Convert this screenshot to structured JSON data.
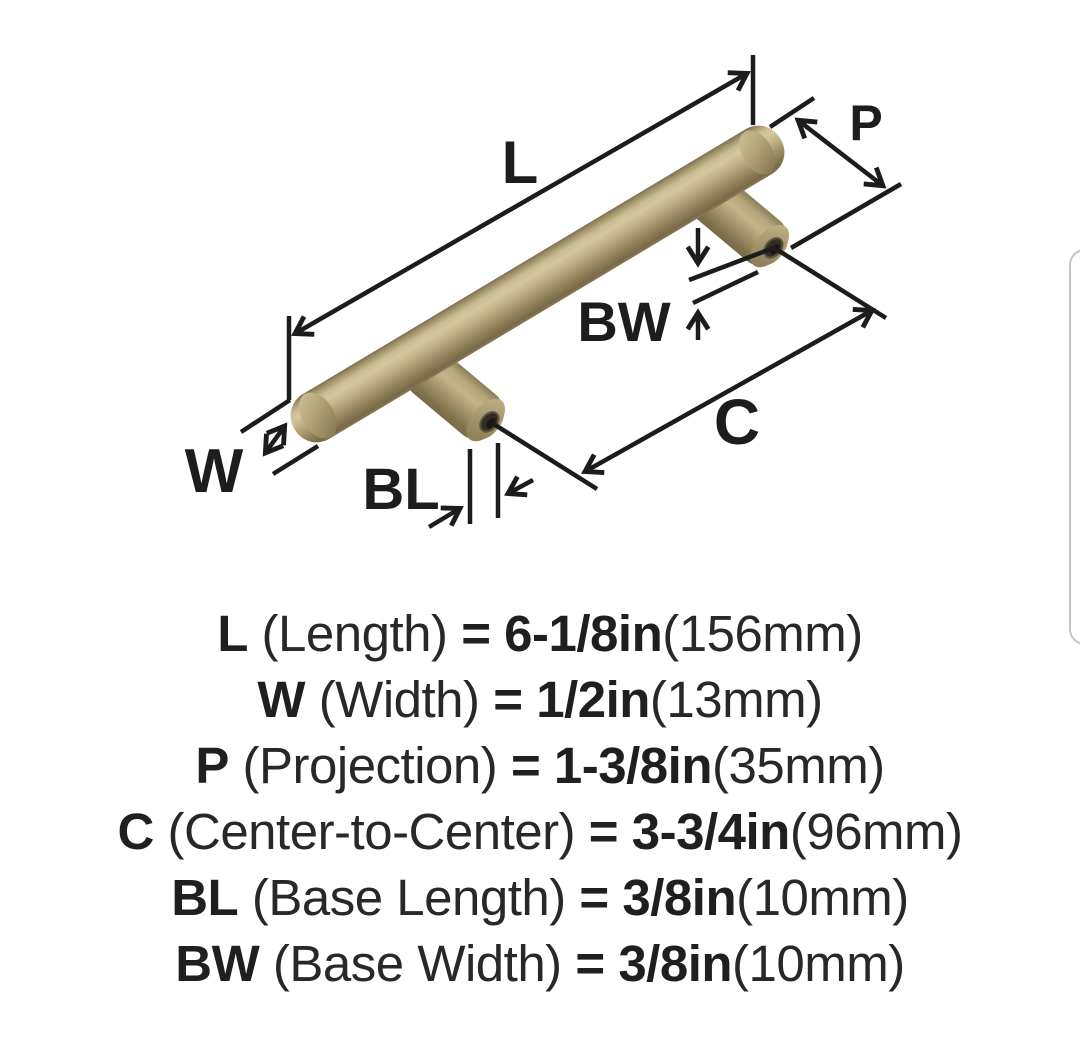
{
  "diagram": {
    "labels": {
      "L": "L",
      "W": "W",
      "P": "P",
      "C": "C",
      "BL": "BL",
      "BW": "BW"
    },
    "colors": {
      "line": "#1c1c1c",
      "handle_mid": "#b3a478",
      "handle_highlight": "#d4c79e",
      "handle_shadow": "#786a48",
      "hole_dark": "#2a2519",
      "next_card_edge": "#c5c5c5",
      "background": "#ffffff"
    }
  },
  "specs": {
    "lines": [
      {
        "sym": "L",
        "name": "(Length)",
        "eq": "=",
        "value": "6-1/8in",
        "metric": "(156mm)"
      },
      {
        "sym": "W",
        "name": "(Width)",
        "eq": "=",
        "value": "1/2in",
        "metric": "(13mm)"
      },
      {
        "sym": "P",
        "name": "(Projection)",
        "eq": "=",
        "value": "1-3/8in",
        "metric": "(35mm)"
      },
      {
        "sym": "C",
        "name": "(Center-to-Center)",
        "eq": "=",
        "value": "3-3/4in",
        "metric": "(96mm)"
      },
      {
        "sym": "BL",
        "name": "(Base Length)",
        "eq": "=",
        "value": "3/8in",
        "metric": "(10mm)"
      },
      {
        "sym": "BW",
        "name": "(Base Width)",
        "eq": "=",
        "value": "3/8in",
        "metric": "(10mm)"
      }
    ]
  }
}
